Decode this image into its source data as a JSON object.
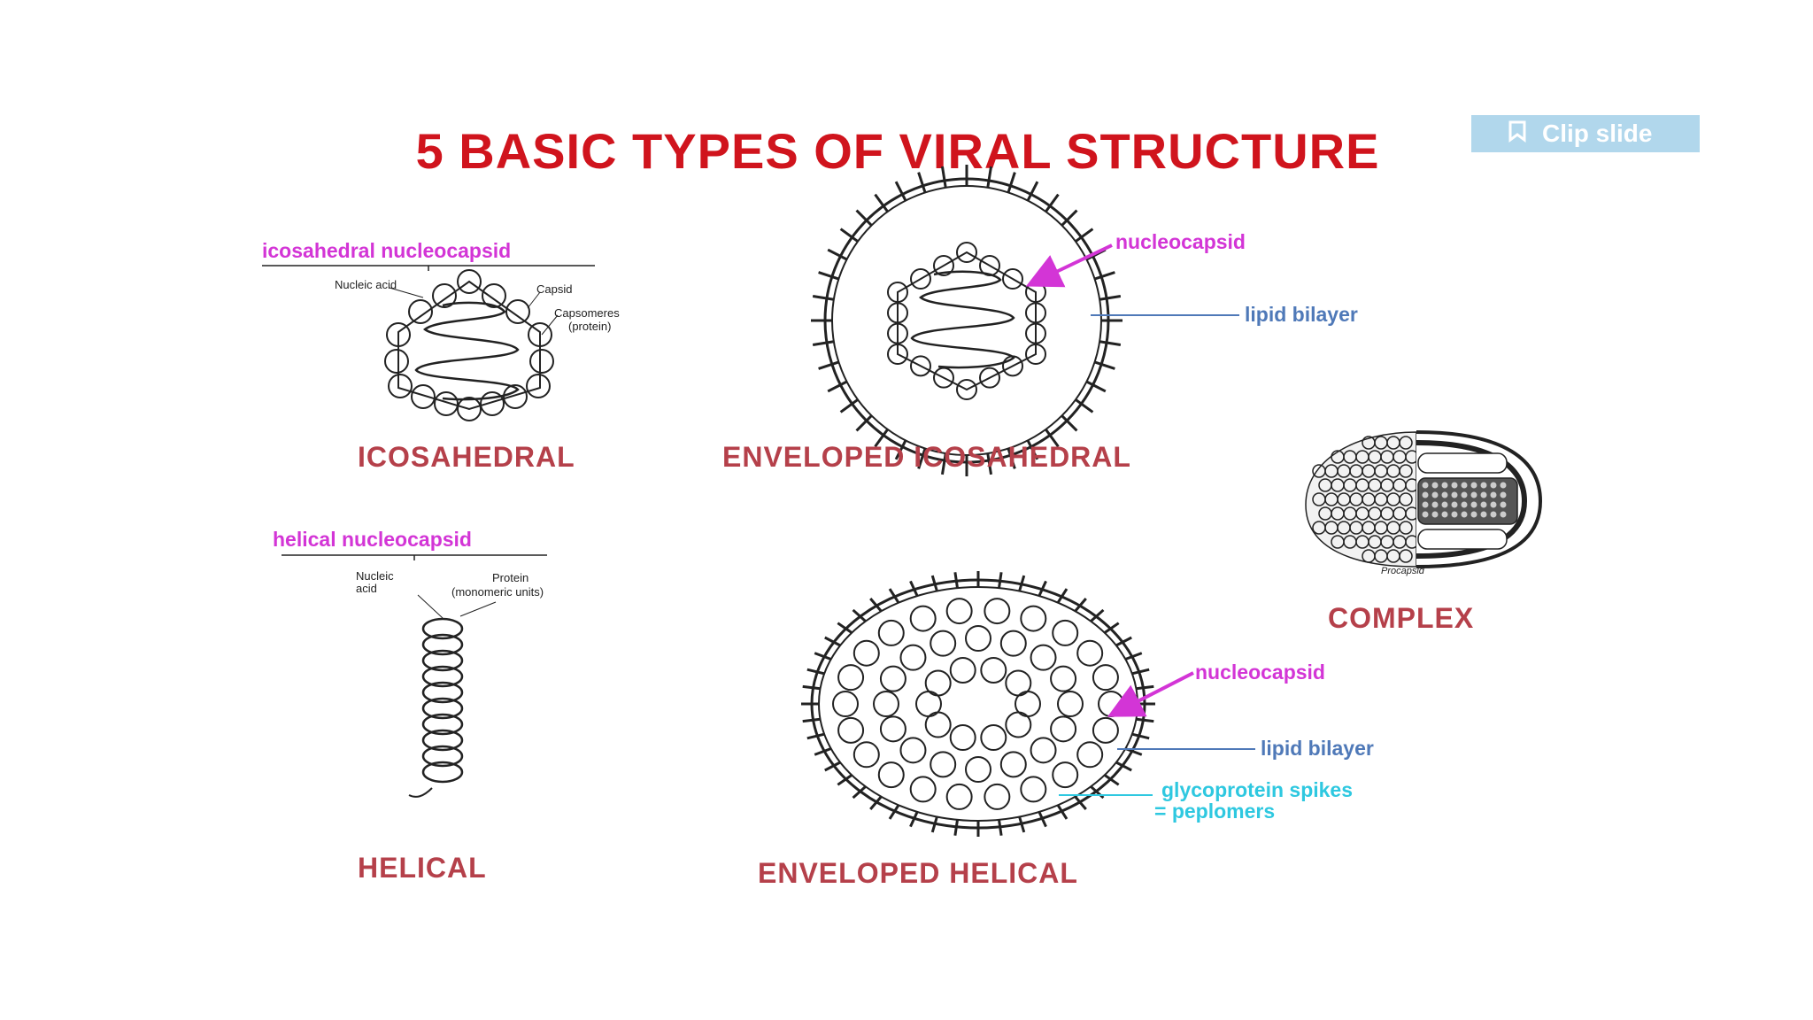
{
  "slide": {
    "title": "5 BASIC TYPES OF VIRAL STRUCTURE",
    "clip_button_label": "Clip slide"
  },
  "panels": {
    "icosahedral": {
      "caption": "ICOSAHEDRAL",
      "nucleocapsid_label": "icosahedral nucleocapsid",
      "labels": {
        "nucleic_acid": "Nucleic acid",
        "capsid": "Capsid",
        "capsomeres": "Capsomeres",
        "protein": "(protein)"
      }
    },
    "enveloped_icosahedral": {
      "caption": "ENVELOPED ICOSAHEDRAL",
      "nucleocapsid_label": "nucleocapsid",
      "lipid_label": "lipid bilayer"
    },
    "complex": {
      "caption": "COMPLEX",
      "labels": {
        "procapsid": "Procapsid"
      }
    },
    "helical": {
      "caption": "HELICAL",
      "nucleocapsid_label": "helical nucleocapsid",
      "labels": {
        "nucleic_acid": "Nucleic acid",
        "protein": "Protein",
        "monomeric": "(monomeric units)"
      }
    },
    "enveloped_helical": {
      "caption": "ENVELOPED HELICAL",
      "nucleocapsid_label": "nucleocapsid",
      "lipid_label": "lipid bilayer",
      "spikes_line1": "glycoprotein spikes",
      "spikes_line2": "= peplomers"
    }
  },
  "colors": {
    "title": "#d0141d",
    "caption": "#b5404a",
    "magenta": "#d335d6",
    "blue": "#4f79b8",
    "cyan": "#2ec8e0",
    "clip_button_bg": "#a9d3ea"
  },
  "icons": {
    "clip": "clipboard-icon"
  }
}
